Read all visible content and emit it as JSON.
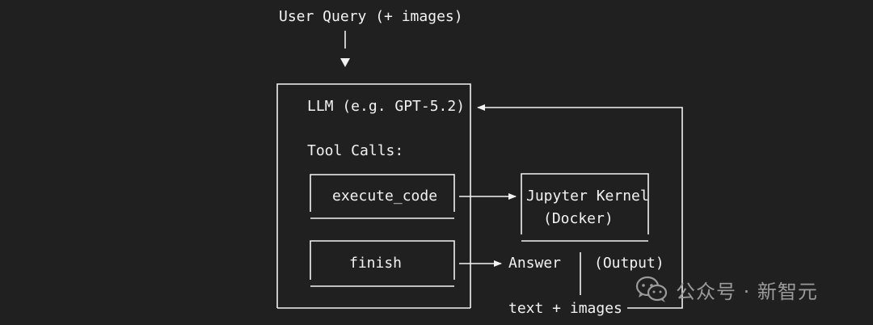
{
  "diagram": {
    "user_query": "User Query (+ images)",
    "llm_label": "LLM (e.g. GPT-5.2)",
    "tool_calls_label": "Tool Calls:",
    "tool_execute": "execute_code",
    "tool_finish": "finish",
    "kernel_line1": "Jupyter Kernel",
    "kernel_line2": "(Docker)",
    "answer_label": "Answer",
    "output_label": "(Output)",
    "feedback_label": "text + images"
  },
  "watermark": {
    "text": "公众号 · 新智元",
    "icon": "wechat-icon"
  },
  "colors": {
    "background": "#202020",
    "foreground": "#f2f2f2",
    "watermark": "#9a9a9a"
  }
}
